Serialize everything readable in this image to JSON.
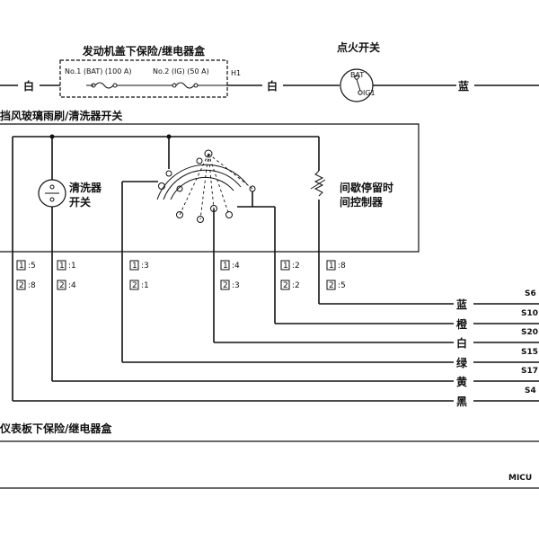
{
  "header_partial": "",
  "fuse_box": {
    "title": "发动机盖下保险/继电器盒",
    "fuse1": "No.1 (BAT) (100 A)",
    "fuse2": "No.2 (IG) (50 A)",
    "connector": "H1"
  },
  "ignition": {
    "title": "点火开关",
    "bat": "BAT",
    "ig1": "IG1"
  },
  "top_wires": {
    "left": "白",
    "mid": "白",
    "right": "蓝"
  },
  "wiper_switch": {
    "title": "挡风玻璃雨刷/清洗器开关"
  },
  "washer_switch": {
    "line1": "清洗器",
    "line2": "开关"
  },
  "intermittent": {
    "line1": "间歇停留时",
    "line2": "间控制器"
  },
  "pin_groups": [
    {
      "a": "1",
      "a_pin": ":5",
      "b": "2",
      "b_pin": ":8"
    },
    {
      "a": "1",
      "a_pin": ":1",
      "b": "2",
      "b_pin": ":4"
    },
    {
      "a": "1",
      "a_pin": ":3",
      "b": "2",
      "b_pin": ":1"
    },
    {
      "a": "1",
      "a_pin": ":4",
      "b": "2",
      "b_pin": ":3"
    },
    {
      "a": "1",
      "a_pin": ":2",
      "b": "2",
      "b_pin": ":2"
    },
    {
      "a": "1",
      "a_pin": ":8",
      "b": "2",
      "b_pin": ":5"
    }
  ],
  "output_wires": [
    {
      "color": "蓝",
      "terminal": "S6"
    },
    {
      "color": "橙",
      "terminal": "S10"
    },
    {
      "color": "白",
      "terminal": "S20"
    },
    {
      "color": "绿",
      "terminal": "S15"
    },
    {
      "color": "黄",
      "terminal": "S17"
    },
    {
      "color": "黑",
      "terminal": "S4"
    }
  ],
  "bottom_label": "仪表板下保险/继电器盒",
  "micu_label": "MICU"
}
